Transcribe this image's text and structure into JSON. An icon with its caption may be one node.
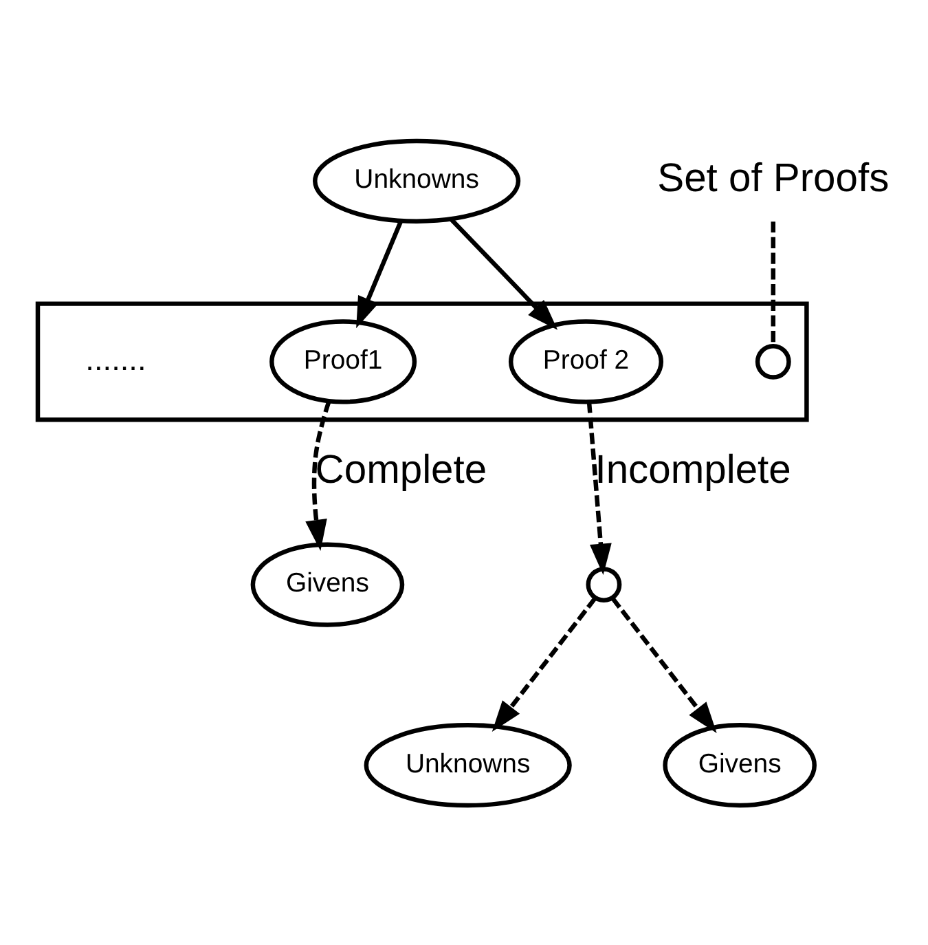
{
  "diagram": {
    "nodes": [
      {
        "text": [
          "Unknowns"
        ]
      },
      {
        "text": [],
        "shape": "box"
      },
      {
        "text": [
          "Proof1"
        ],
        "in": 1
      },
      {
        "text": [
          "Proof 2"
        ],
        "in": 1
      },
      {
        "text": [],
        "shape": "circle",
        "in": 1
      },
      {
        "text": [
          "Set of Proofs"
        ]
      },
      {
        "text": [
          "Givens"
        ]
      },
      {
        "text": [],
        "shape": "circle"
      },
      {
        "text": [
          "Unknowns"
        ]
      },
      {
        "text": [
          "Givens"
        ]
      }
    ],
    "edges": [
      {
        "from": 0,
        "to": 2,
        "arrow": "to"
      },
      {
        "from": 0,
        "to": 3,
        "arrow": "to"
      },
      {
        "from": 5,
        "to": 4,
        "arrow": "none",
        "style": "dashed"
      },
      {
        "from": 2,
        "to": 6,
        "arrow": "to",
        "style": "dashed",
        "label": "Complete"
      },
      {
        "from": 3,
        "to": 7,
        "arrow": "to",
        "style": "dashed",
        "label": "Incomplete"
      },
      {
        "from": 7,
        "to": 8,
        "arrow": "to",
        "style": "dashed"
      },
      {
        "from": 7,
        "to": 9,
        "arrow": "to",
        "style": "dashed"
      }
    ],
    "labels": [
      "......."
    ]
  }
}
